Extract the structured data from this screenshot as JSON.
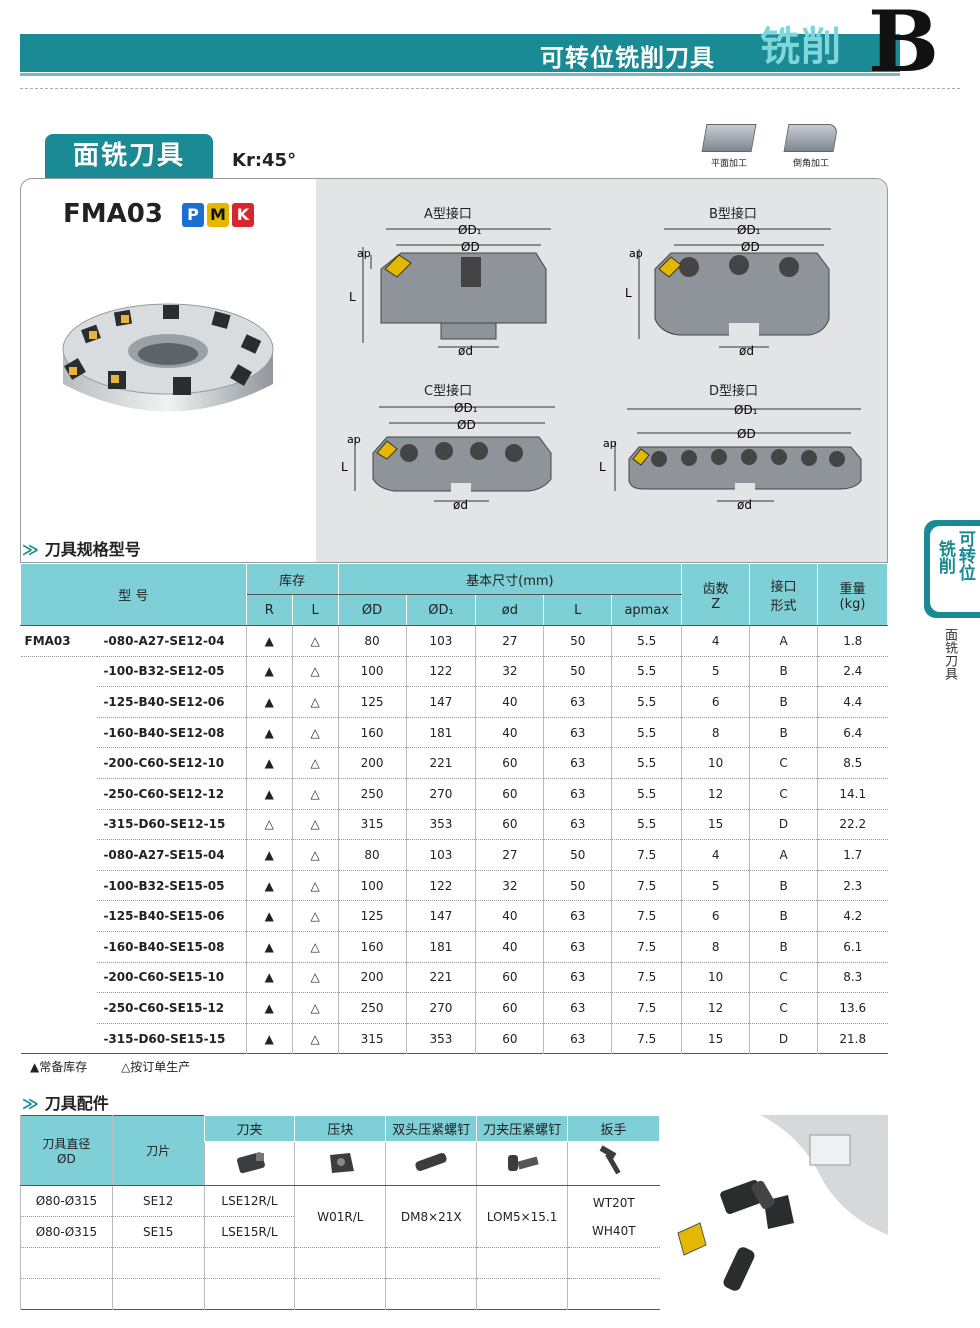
{
  "header": {
    "title": "可转位铣削刀具",
    "chip": "铣削",
    "letter": "B"
  },
  "section": {
    "tab": "面铣刀具",
    "kr": "Kr:45°"
  },
  "process_icons": [
    {
      "label": "平面加工"
    },
    {
      "label": "倒角加工"
    }
  ],
  "product": {
    "name": "FMA03",
    "badges": [
      {
        "letter": "P",
        "color": "#1a6fd1"
      },
      {
        "letter": "M",
        "color": "#e5b800"
      },
      {
        "letter": "K",
        "color": "#d8262e"
      }
    ]
  },
  "diagrams": [
    {
      "title": "A型接口",
      "d1": "ØD₁",
      "d": "ØD",
      "dsmall": "ød",
      "ap": "ap",
      "L": "L"
    },
    {
      "title": "B型接口",
      "d1": "ØD₁",
      "d": "ØD",
      "dsmall": "ød",
      "ap": "ap",
      "L": "L"
    },
    {
      "title": "C型接口",
      "d1": "ØD₁",
      "d": "ØD",
      "dsmall": "ød",
      "ap": "ap",
      "L": "L"
    },
    {
      "title": "D型接口",
      "d1": "ØD₁",
      "d": "ØD",
      "dsmall": "ød",
      "ap": "ap",
      "L": "L"
    }
  ],
  "spec_section": {
    "label": "刀具规格型号"
  },
  "spec_table": {
    "h_model": "型 号",
    "h_stock": "库存",
    "h_dims": "基本尺寸(mm)",
    "h_teeth": "齿数",
    "h_teeth2": "Z",
    "h_iface": "接口",
    "h_iface2": "形式",
    "h_weight": "重量",
    "h_weight2": "(kg)",
    "h_R": "R",
    "h_L": "L",
    "h_D": "ØD",
    "h_D1": "ØD₁",
    "h_d": "ød",
    "h_Lc": "L",
    "h_ap": "apmax",
    "model_prefix": "FMA03",
    "rows": [
      {
        "code": "-080-A27-SE12-04",
        "R": "▲",
        "L": "△",
        "D": "80",
        "D1": "103",
        "d": "27",
        "Lv": "50",
        "ap": "5.5",
        "Z": "4",
        "iface": "A",
        "kg": "1.8"
      },
      {
        "code": "-100-B32-SE12-05",
        "R": "▲",
        "L": "△",
        "D": "100",
        "D1": "122",
        "d": "32",
        "Lv": "50",
        "ap": "5.5",
        "Z": "5",
        "iface": "B",
        "kg": "2.4"
      },
      {
        "code": "-125-B40-SE12-06",
        "R": "▲",
        "L": "△",
        "D": "125",
        "D1": "147",
        "d": "40",
        "Lv": "63",
        "ap": "5.5",
        "Z": "6",
        "iface": "B",
        "kg": "4.4"
      },
      {
        "code": "-160-B40-SE12-08",
        "R": "▲",
        "L": "△",
        "D": "160",
        "D1": "181",
        "d": "40",
        "Lv": "63",
        "ap": "5.5",
        "Z": "8",
        "iface": "B",
        "kg": "6.4"
      },
      {
        "code": "-200-C60-SE12-10",
        "R": "▲",
        "L": "△",
        "D": "200",
        "D1": "221",
        "d": "60",
        "Lv": "63",
        "ap": "5.5",
        "Z": "10",
        "iface": "C",
        "kg": "8.5"
      },
      {
        "code": "-250-C60-SE12-12",
        "R": "▲",
        "L": "△",
        "D": "250",
        "D1": "270",
        "d": "60",
        "Lv": "63",
        "ap": "5.5",
        "Z": "12",
        "iface": "C",
        "kg": "14.1"
      },
      {
        "code": "-315-D60-SE12-15",
        "R": "△",
        "L": "△",
        "D": "315",
        "D1": "353",
        "d": "60",
        "Lv": "63",
        "ap": "5.5",
        "Z": "15",
        "iface": "D",
        "kg": "22.2"
      },
      {
        "code": "-080-A27-SE15-04",
        "R": "▲",
        "L": "△",
        "D": "80",
        "D1": "103",
        "d": "27",
        "Lv": "50",
        "ap": "7.5",
        "Z": "4",
        "iface": "A",
        "kg": "1.7"
      },
      {
        "code": "-100-B32-SE15-05",
        "R": "▲",
        "L": "△",
        "D": "100",
        "D1": "122",
        "d": "32",
        "Lv": "50",
        "ap": "7.5",
        "Z": "5",
        "iface": "B",
        "kg": "2.3"
      },
      {
        "code": "-125-B40-SE15-06",
        "R": "▲",
        "L": "△",
        "D": "125",
        "D1": "147",
        "d": "40",
        "Lv": "63",
        "ap": "7.5",
        "Z": "6",
        "iface": "B",
        "kg": "4.2"
      },
      {
        "code": "-160-B40-SE15-08",
        "R": "▲",
        "L": "△",
        "D": "160",
        "D1": "181",
        "d": "40",
        "Lv": "63",
        "ap": "7.5",
        "Z": "8",
        "iface": "B",
        "kg": "6.1"
      },
      {
        "code": "-200-C60-SE15-10",
        "R": "▲",
        "L": "△",
        "D": "200",
        "D1": "221",
        "d": "60",
        "Lv": "63",
        "ap": "7.5",
        "Z": "10",
        "iface": "C",
        "kg": "8.3"
      },
      {
        "code": "-250-C60-SE15-12",
        "R": "▲",
        "L": "△",
        "D": "250",
        "D1": "270",
        "d": "60",
        "Lv": "63",
        "ap": "7.5",
        "Z": "12",
        "iface": "C",
        "kg": "13.6"
      },
      {
        "code": "-315-D60-SE15-15",
        "R": "▲",
        "L": "△",
        "D": "315",
        "D1": "353",
        "d": "60",
        "Lv": "63",
        "ap": "7.5",
        "Z": "15",
        "iface": "D",
        "kg": "21.8"
      }
    ]
  },
  "legend": {
    "stock": "▲常备库存",
    "order": "△按订单生产"
  },
  "acc_section": {
    "label": "刀具配件"
  },
  "acc_table": {
    "h_dia": "刀具直径",
    "h_dia2": "ØD",
    "h_insert": "刀片",
    "h_holder": "刀夹",
    "h_clamp": "压块",
    "h_dscrew": "双头压紧螺钉",
    "h_hscrew": "刀夹压紧螺钉",
    "h_wrench": "扳手",
    "rows": [
      {
        "dia": "Ø80-Ø315",
        "insert": "SE12",
        "holder": "LSE12R/L"
      },
      {
        "dia": "Ø80-Ø315",
        "insert": "SE15",
        "holder": "LSE15R/L"
      }
    ],
    "clamp": "W01R/L",
    "dscrew": "DM8×21X",
    "hscrew": "LOM5×15.1",
    "wrench1": "WT20T",
    "wrench2": "WH40T"
  },
  "side_tab": {
    "col1": "铣削",
    "col2": "可转位",
    "sub": "面铣刀具"
  }
}
